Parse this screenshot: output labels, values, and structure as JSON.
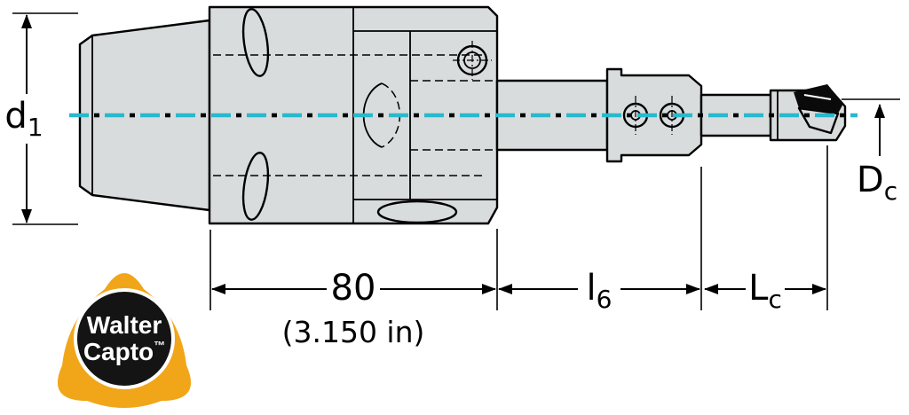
{
  "labels": {
    "d1": {
      "base": "d",
      "sub": "1"
    },
    "length80": {
      "value": "80",
      "inches": "(3.150 in)"
    },
    "l6": {
      "base": "l",
      "sub": "6"
    },
    "Lc": {
      "base": "L",
      "sub": "c"
    },
    "Dc": {
      "base": "D",
      "sub": "c"
    }
  },
  "logo": {
    "line1": "Walter",
    "line2": "Capto",
    "trademark": "™"
  },
  "colors": {
    "background": "#ffffff",
    "part_fill": "#d9dcdc",
    "outline": "#000000",
    "centerline": "#29b8ce",
    "logo_orange": "#f1a619",
    "logo_black": "#141414",
    "logo_text": "#ffffff"
  }
}
